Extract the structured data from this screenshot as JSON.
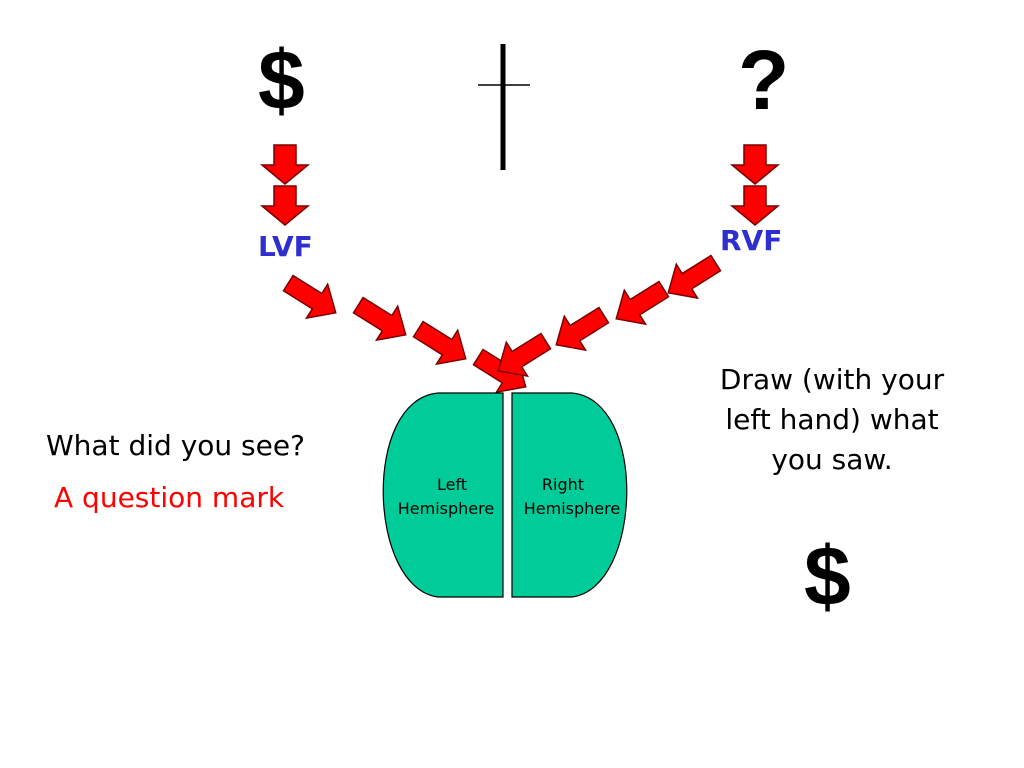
{
  "stimulus": {
    "left_symbol": "$",
    "right_symbol": "?"
  },
  "labels": {
    "lvf": "LVF",
    "rvf": "RVF"
  },
  "brain": {
    "left_line1": "Left",
    "left_line2": "Hemisphere",
    "right_line1": "Right",
    "right_line2": "Hemisphere"
  },
  "question": {
    "prompt": "What did you see?",
    "answer": "A question mark"
  },
  "instruction": {
    "line1": "Draw (with your",
    "line2": "left hand) what",
    "line3": "you saw.",
    "drawn_symbol": "$"
  },
  "colors": {
    "arrow_fill": "#ff0000",
    "arrow_stroke": "#7a0000",
    "hemisphere_fill": "#00cc99",
    "label_blue": "#2f2fd0",
    "answer_red": "#ff0000"
  }
}
